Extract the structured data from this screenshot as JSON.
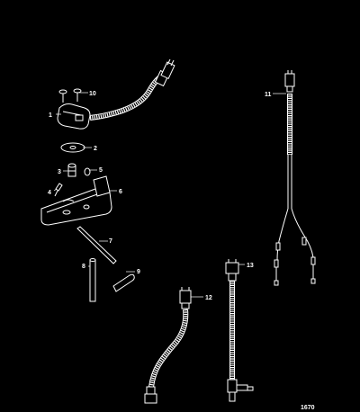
{
  "diagram": {
    "callouts": [
      {
        "id": "1",
        "text": "1"
      },
      {
        "id": "2",
        "text": "2"
      },
      {
        "id": "3",
        "text": "3"
      },
      {
        "id": "4",
        "text": "4"
      },
      {
        "id": "5",
        "text": "5"
      },
      {
        "id": "6",
        "text": "6"
      },
      {
        "id": "7",
        "text": "7"
      },
      {
        "id": "8",
        "text": "8"
      },
      {
        "id": "9",
        "text": "9"
      },
      {
        "id": "10",
        "text": "10"
      },
      {
        "id": "11",
        "text": "11"
      },
      {
        "id": "12",
        "text": "12"
      },
      {
        "id": "13",
        "text": "13"
      }
    ],
    "figure_number": "1670",
    "colors": {
      "background": "#000000",
      "line": "#ffffff"
    }
  }
}
